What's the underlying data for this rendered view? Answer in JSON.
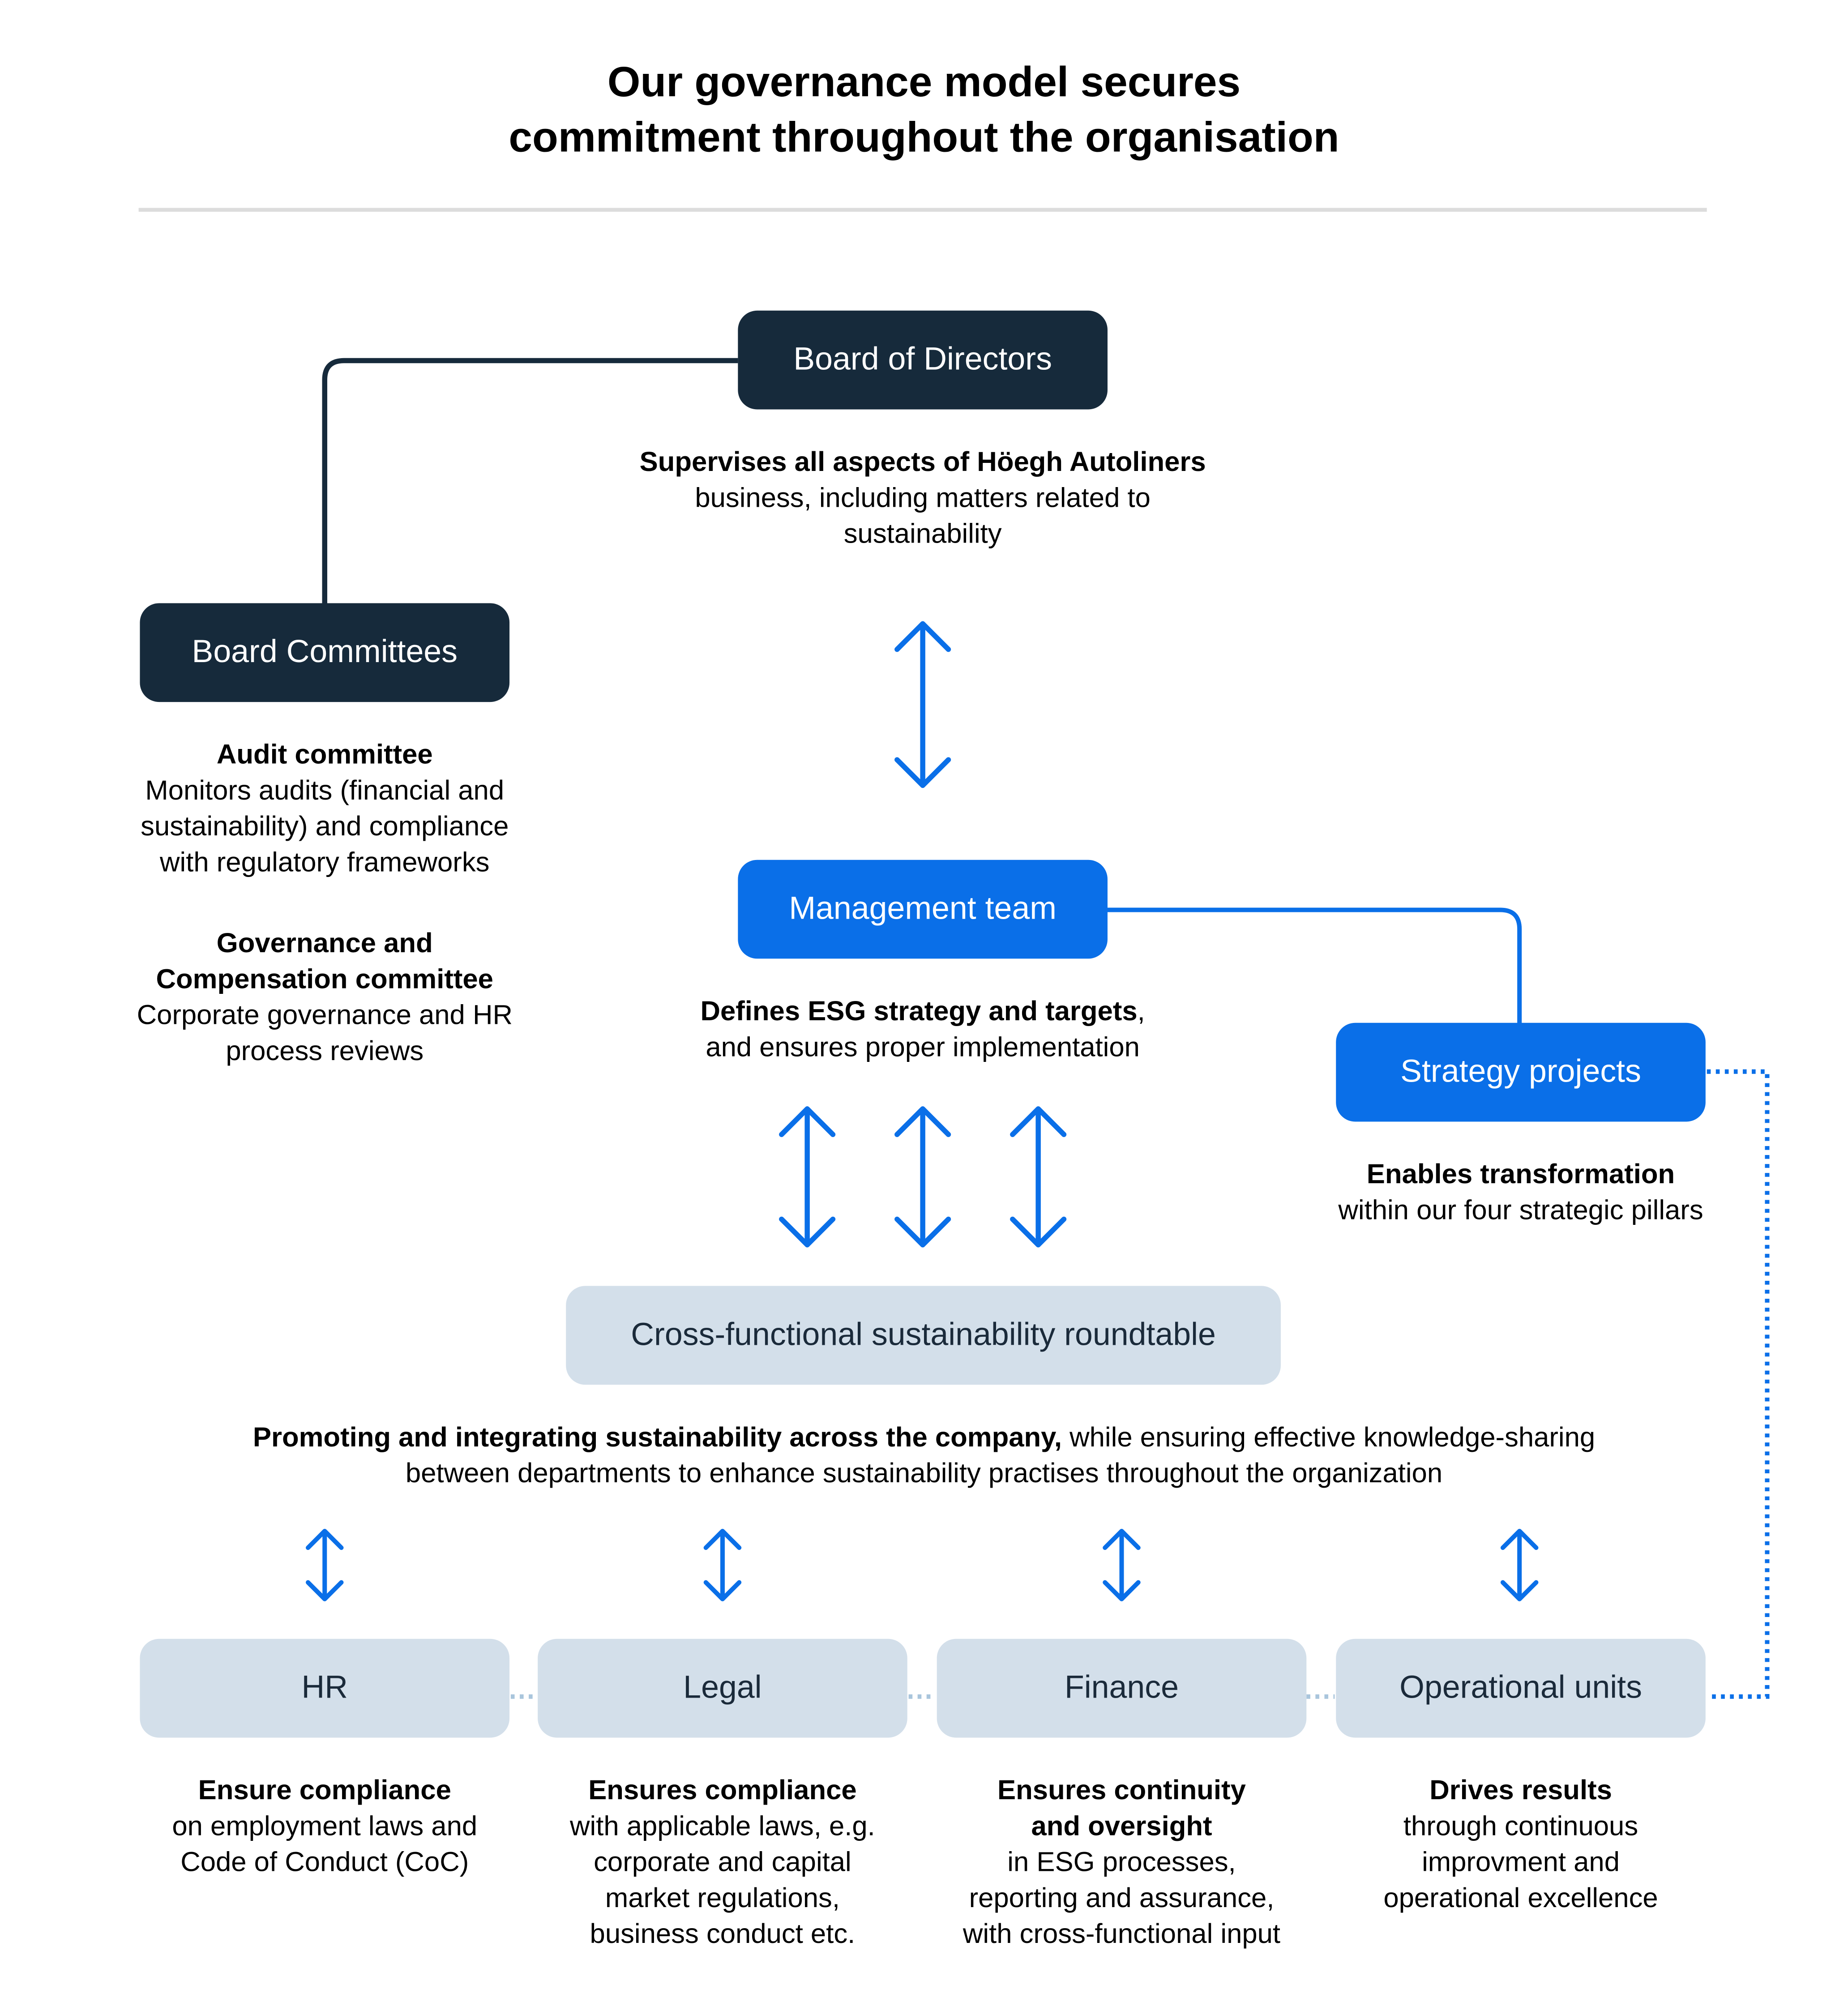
{
  "title": {
    "line1": "Our governance model secures",
    "line2": "commitment throughout the organisation"
  },
  "nodes": {
    "board_of_directors": "Board of Directors",
    "board_committees": "Board Committees",
    "management_team": "Management team",
    "strategy_projects": "Strategy projects",
    "roundtable": "Cross-functional sustainability roundtable",
    "hr": "HR",
    "legal": "Legal",
    "finance": "Finance",
    "operational_units": "Operational units"
  },
  "descriptions": {
    "board_of_directors": {
      "bold": "Supervises all aspects of Höegh Autoliners",
      "line2": "business, including matters related to",
      "line3": "sustainability"
    },
    "audit_committee": {
      "bold": "Audit committee",
      "line2": "Monitors audits (financial and",
      "line3": "sustainability) and compliance",
      "line4": "with regulatory frameworks"
    },
    "governance_committee": {
      "bold1": "Governance and",
      "bold2": "Compensation committee",
      "line3": "Corporate governance and HR",
      "line4": "process reviews"
    },
    "management_team": {
      "bold": "Defines ESG strategy and targets",
      "rest1": ",",
      "line2": "and ensures proper implementation"
    },
    "strategy_projects": {
      "bold": "Enables transformation",
      "line2": "within our four strategic pillars"
    },
    "roundtable": {
      "bold": "Promoting and integrating sustainability across the company,",
      "rest1": " while ensuring effective knowledge-sharing",
      "line2": "between departments to enhance sustainability practises throughout the organization"
    },
    "hr": {
      "bold": "Ensure compliance",
      "line2": "on employment laws and",
      "line3": "Code of Conduct (CoC)"
    },
    "legal": {
      "bold": "Ensures compliance",
      "line2": "with applicable laws, e.g.",
      "line3": "corporate and capital",
      "line4": "market regulations,",
      "line5": "business conduct etc."
    },
    "finance": {
      "bold1": "Ensures continuity",
      "bold2": "and oversight",
      "line3": "in ESG processes,",
      "line4": "reporting and assurance,",
      "line5": "with cross-functional input"
    },
    "operational_units": {
      "bold": "Drives results",
      "line2": "through continuous",
      "line3": "improvment and",
      "line4": "operational excellence"
    }
  },
  "colors": {
    "dark_navy": "#162a3b",
    "accent_blue": "#0a6fe8",
    "light_blue_gray": "#d3dfea",
    "dotted_connector": "#a9c5dc",
    "rule": "#dcdcdc"
  }
}
